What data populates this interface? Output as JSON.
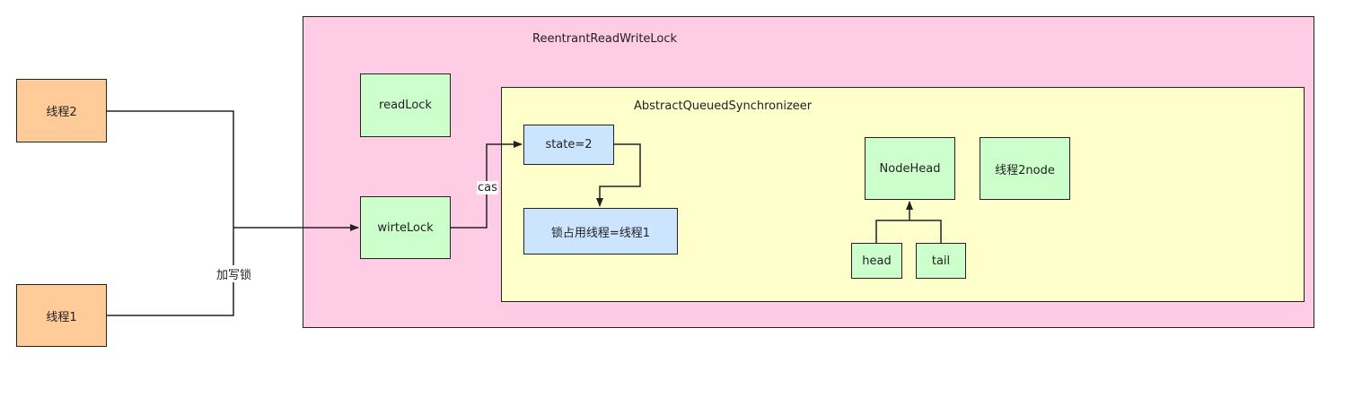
{
  "colors": {
    "thread_fill": "#ffcc99",
    "outer_fill": "#ffcce6",
    "inner_fill": "#ffffcc",
    "green_fill": "#ccffcc",
    "blue_fill": "#cce5ff",
    "stroke": "#222222"
  },
  "threads": {
    "thread2": "线程2",
    "thread1": "线程1"
  },
  "outer_container": {
    "title": "ReentrantReadWriteLock"
  },
  "locks": {
    "read_lock": "readLock",
    "write_lock": "wirteLock"
  },
  "aqs": {
    "title": "AbstractQueuedSynchronizeer",
    "state": "state=2",
    "owner": "锁占用线程=线程1",
    "node_head": "NodeHead",
    "thread2_node": "线程2node",
    "head": "head",
    "tail": "tail"
  },
  "edges": {
    "acquire_write_lock": "加写锁",
    "cas": "cas"
  }
}
